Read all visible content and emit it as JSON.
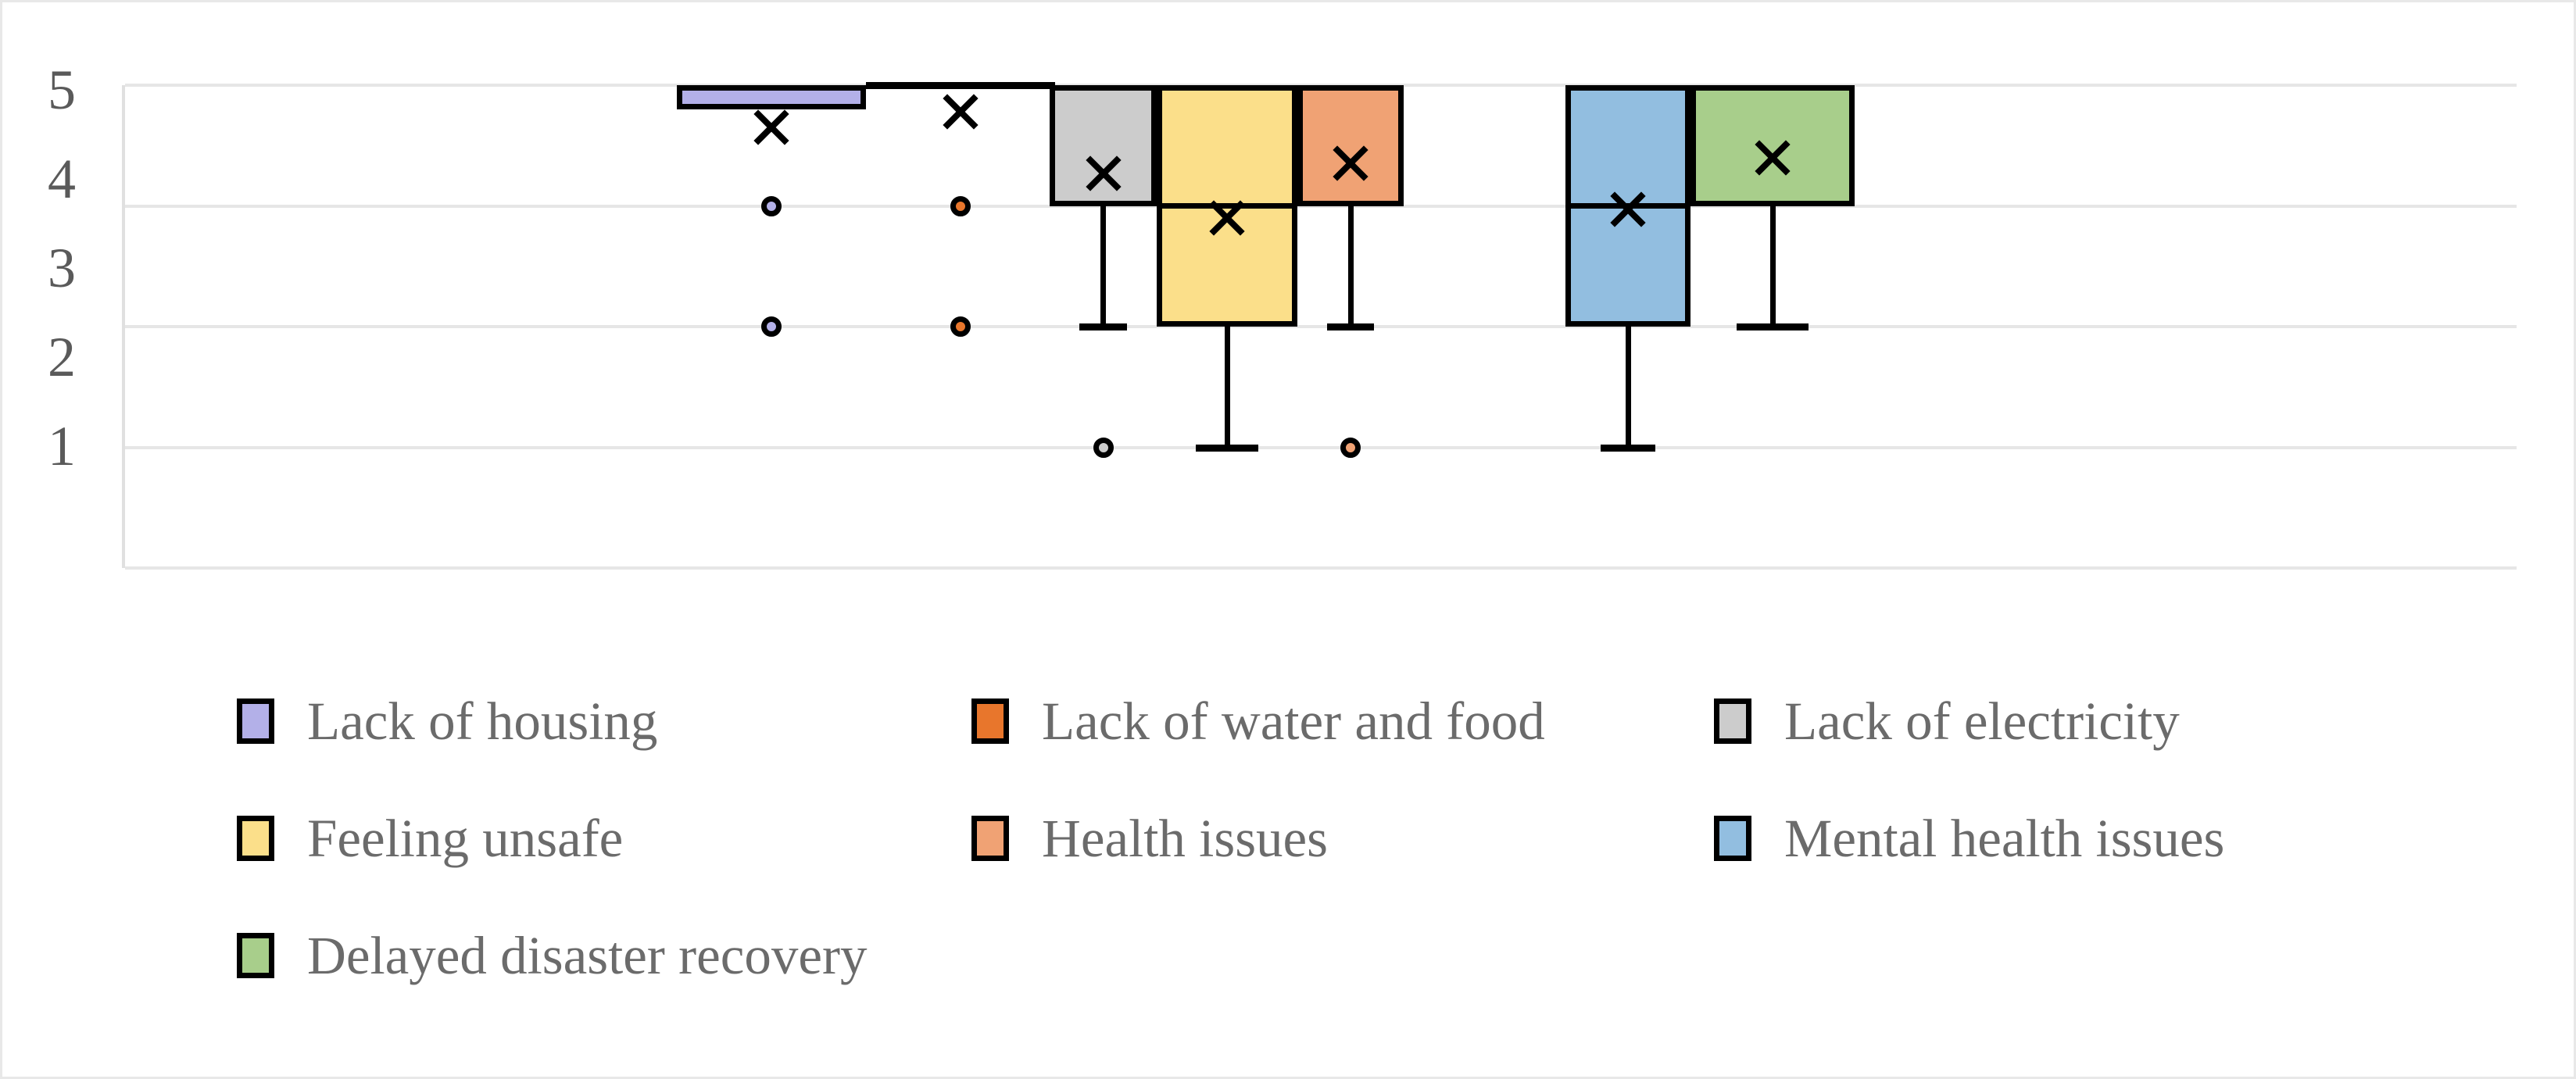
{
  "chart_data": {
    "type": "box",
    "title": "",
    "xlabel": "",
    "ylabel": "",
    "ylim": [
      1,
      5
    ],
    "y_ticks": [
      "5",
      "4",
      "3",
      "2",
      "1"
    ],
    "grid": true,
    "legend_position": "bottom",
    "categories": [
      "Lack of housing",
      "Lack of water and food",
      "Lack of electricity",
      "Feeling unsafe",
      "Health issues",
      "Mental health issues",
      "Delayed disaster recovery"
    ],
    "colors": [
      "#b3b0e8",
      "#e8762c",
      "#cccccc",
      "#fbdf8a",
      "#f0a274",
      "#92bee0",
      "#a8ce8b"
    ],
    "series": [
      {
        "name": "Lack of housing",
        "color": "#b3b0e8",
        "q1": 4.8,
        "median": 5,
        "q3": 5,
        "whisker_low": 5,
        "whisker_high": 5,
        "mean": 4.65,
        "outliers": [
          4,
          3
        ]
      },
      {
        "name": "Lack of water and food",
        "color": "#e8762c",
        "q1": 5,
        "median": 5,
        "q3": 5,
        "whisker_low": 5,
        "whisker_high": 5,
        "mean": 4.78,
        "outliers": [
          4,
          3
        ]
      },
      {
        "name": "Lack of electricity",
        "color": "#cccccc",
        "q1": 4,
        "median": 5,
        "q3": 5,
        "whisker_low": 3,
        "whisker_high": 5,
        "mean": 4.27,
        "outliers": [
          2
        ]
      },
      {
        "name": "Feeling unsafe",
        "color": "#fbdf8a",
        "q1": 3,
        "median": 4,
        "q3": 5,
        "whisker_low": 2,
        "whisker_high": 5,
        "mean": 3.9,
        "outliers": []
      },
      {
        "name": "Health issues",
        "color": "#f0a274",
        "q1": 4,
        "median": 5,
        "q3": 5,
        "whisker_low": 3,
        "whisker_high": 5,
        "mean": 4.35,
        "outliers": [
          2
        ]
      },
      {
        "name": "Mental health issues",
        "color": "#92bee0",
        "q1": 3,
        "median": 4,
        "q3": 5,
        "whisker_low": 2,
        "whisker_high": 5,
        "mean": 3.97,
        "outliers": []
      },
      {
        "name": "Delayed disaster recovery",
        "color": "#a8ce8b",
        "q1": 4,
        "median": 5,
        "q3": 5,
        "whisker_low": 3,
        "whisker_high": 5,
        "mean": 4.4,
        "outliers": []
      }
    ]
  },
  "axis": {
    "tick_5": "5",
    "tick_4": "4",
    "tick_3": "3",
    "tick_2": "2",
    "tick_1": "1"
  },
  "legend": {
    "items": [
      {
        "label": "Lack of housing",
        "color": "#b3b0e8"
      },
      {
        "label": "Lack of water and food",
        "color": "#e8762c"
      },
      {
        "label": "Lack of electricity",
        "color": "#cccccc"
      },
      {
        "label": "Feeling unsafe",
        "color": "#fbdf8a"
      },
      {
        "label": "Health issues",
        "color": "#f0a274"
      },
      {
        "label": "Mental health issues",
        "color": "#92bee0"
      },
      {
        "label": "Delayed disaster recovery",
        "color": "#a8ce8b"
      }
    ]
  }
}
